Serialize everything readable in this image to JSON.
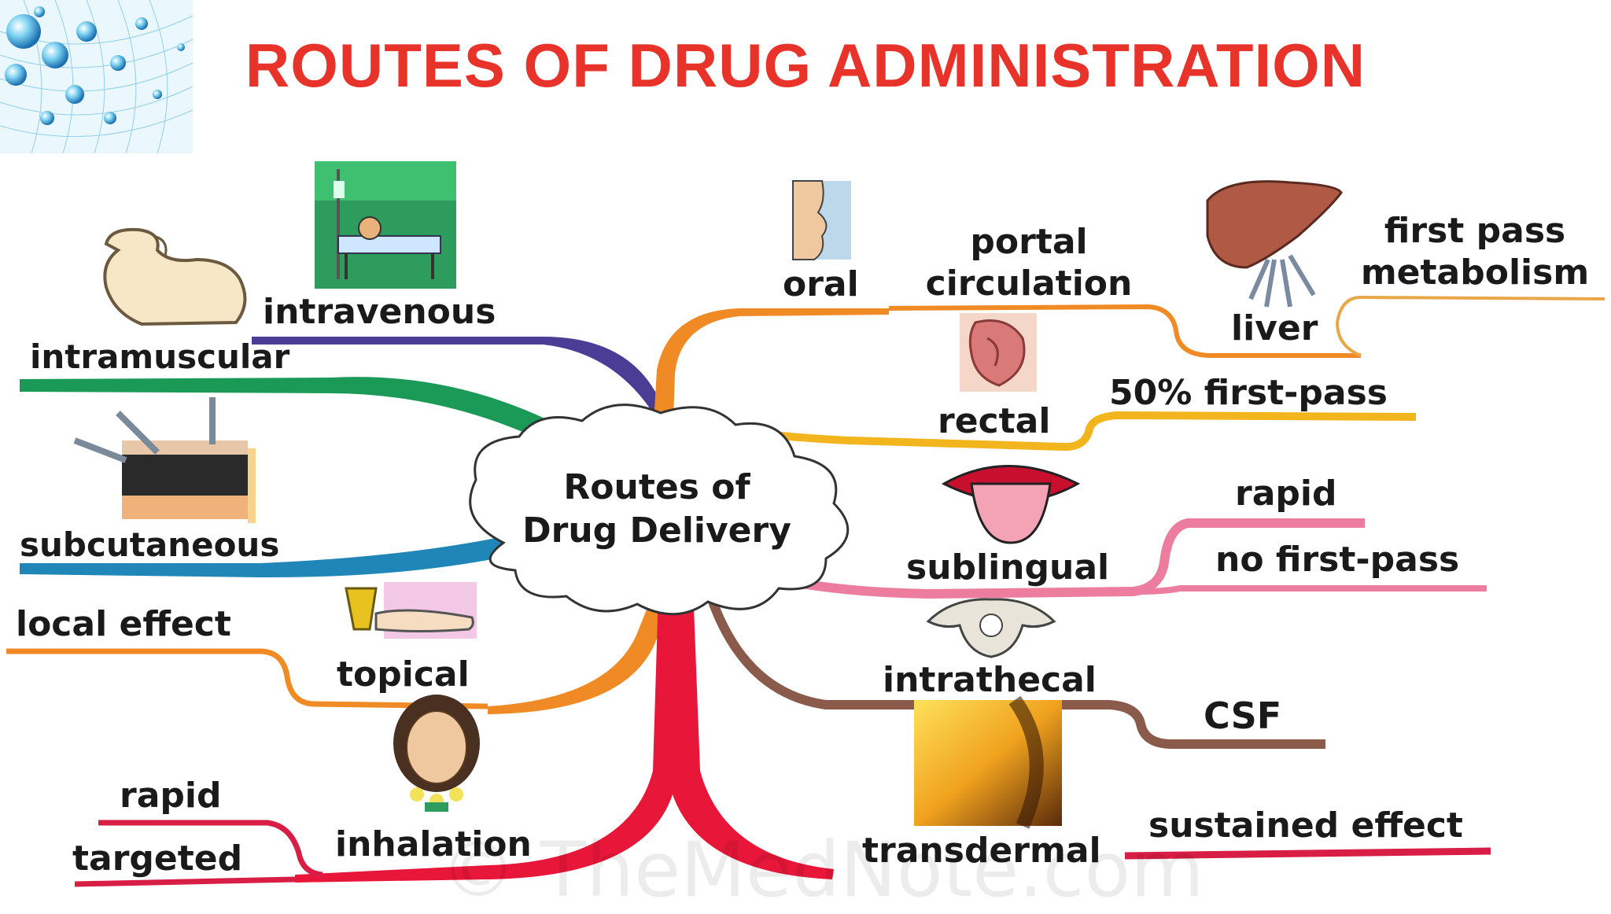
{
  "title": "ROUTES OF DRUG ADMINISTRATION",
  "center": {
    "line1": "Routes of",
    "line2": "Drug Delivery"
  },
  "routes": {
    "intravenous": "intravenous",
    "intramuscular": "intramuscular",
    "subcutaneous": "subcutaneous",
    "topical": "topical",
    "inhalation": "inhalation",
    "oral": "oral",
    "rectal": "rectal",
    "sublingual": "sublingual",
    "intrathecal": "intrathecal",
    "transdermal": "transdermal"
  },
  "details": {
    "portal_line1": "portal",
    "portal_line2": "circulation",
    "liver": "liver",
    "first_pass_line1": "first pass",
    "first_pass_line2": "metabolism",
    "fifty_first_pass": "50% first-pass",
    "rapid_sublingual": "rapid",
    "no_first_pass": "no first-pass",
    "csf": "CSF",
    "sustained_effect": "sustained effect",
    "local_effect": "local effect",
    "rapid_inhalation": "rapid",
    "targeted": "targeted"
  },
  "watermark": "© TheMedNote.com",
  "colors": {
    "title": "#e8332a",
    "intravenous": "#4b3c96",
    "intramuscular": "#1b9a57",
    "subcutaneous": "#1f86b7",
    "topical": "#f08a24",
    "inhalation": "#e8173a",
    "oral": "#f08a24",
    "rectal": "#f2b51e",
    "sublingual": "#ec7d9f",
    "intrathecal": "#8a5a4a",
    "transdermal": "#d81e44"
  }
}
